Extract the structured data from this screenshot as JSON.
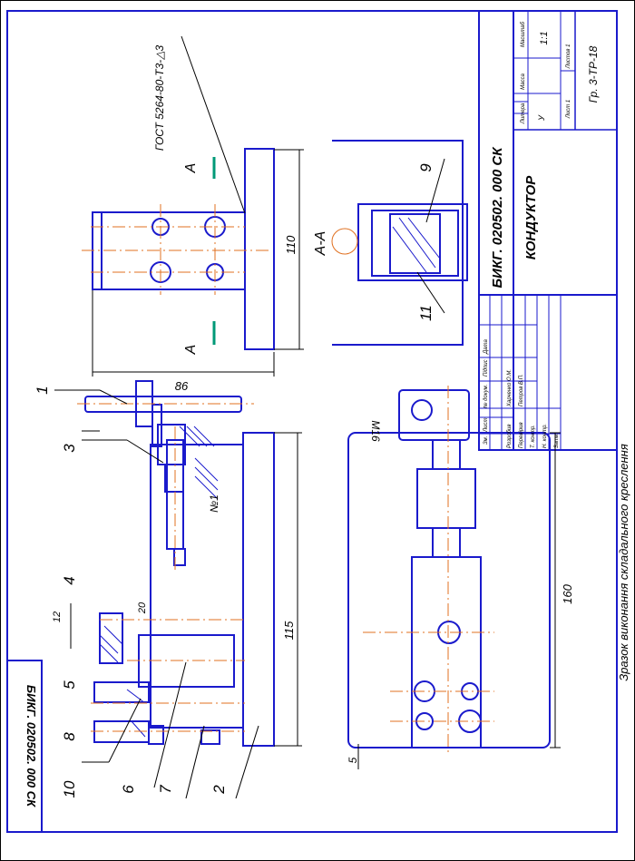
{
  "title_block": {
    "designation": "БИКГ. 020502. 000 СК",
    "name": "КОНДУКТОР",
    "group": "Гр. 3-ТР-18",
    "litera": "У",
    "mass": "",
    "scale": "1:1",
    "sheet": "Лист 1",
    "sheets": "Листов 1",
    "h_litera": "Литера",
    "h_mass": "Масса",
    "h_scale": "Масштаб",
    "rows": [
      "Зм.",
      "Лист",
      "№ докум.",
      "Підпис",
      "Дата"
    ],
    "roles": [
      "Розробив",
      "Перевірив",
      "Т. контр.",
      "Н. контр.",
      "Затв."
    ],
    "people": [
      "Харченко О.М.",
      "Петров В.П."
    ]
  },
  "corner_stamp": "БИКГ. 020502. 000 СК",
  "caption": "Зразок виконання складального креслення",
  "views": {
    "section_label": "А-А",
    "cut_a1": "А",
    "cut_a2": "А",
    "roughness_note": "ГОСТ 5264-80-Т3-△3",
    "thread": "М16",
    "pos_callout": "№1"
  },
  "dimensions": {
    "d110": "110",
    "d86": "86",
    "d115": "115",
    "d160": "160",
    "d5": "5",
    "d12": "12",
    "d20": "20"
  },
  "positions": [
    "1",
    "3",
    "4",
    "5",
    "8",
    "10",
    "6",
    "7",
    "2",
    "9",
    "11"
  ]
}
